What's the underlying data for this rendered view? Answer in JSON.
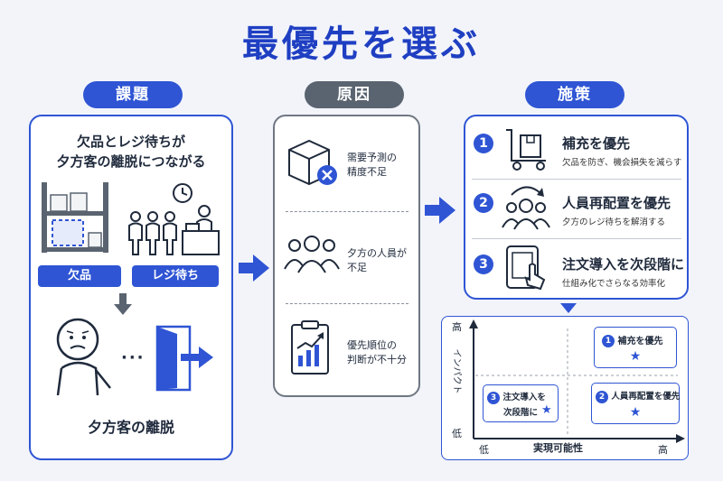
{
  "title": "最優先を選ぶ",
  "columns": {
    "issue": {
      "header": "課題",
      "heading_line1": "欠品とレジ待ちが",
      "heading_line2": "夕方客の離脱につながる",
      "label_stockout": "欠品",
      "label_register": "レジ待ち",
      "result": "夕方客の離脱"
    },
    "cause": {
      "header": "原因",
      "items": [
        {
          "line1": "需要予測の",
          "line2": "精度不足",
          "icon": "box-x-icon"
        },
        {
          "line1": "夕方の人員が",
          "line2": "不足",
          "icon": "people-icon"
        },
        {
          "line1": "優先順位の",
          "line2": "判断が不十分",
          "icon": "clipboard-chart-icon"
        }
      ]
    },
    "solution": {
      "header": "施策",
      "items": [
        {
          "num": "1",
          "title": "補充を優先",
          "sub": "欠品を防ぎ、機会損失を減らす",
          "icon": "cart-box-icon"
        },
        {
          "num": "2",
          "title": "人員再配置を優先",
          "sub": "夕方のレジ待ちを解消する",
          "icon": "people-rotate-icon"
        },
        {
          "num": "3",
          "title": "注文導入を次段階に",
          "sub": "仕組み化でさらなる効率化",
          "icon": "tablet-tap-icon"
        }
      ]
    }
  },
  "matrix": {
    "y_label": "インパクト",
    "y_high": "高",
    "y_low": "低",
    "x_label": "実現可能性",
    "x_low": "低",
    "x_high": "高",
    "items": [
      {
        "num": "1",
        "label": "補充を優先"
      },
      {
        "num": "2",
        "label": "人員再配置を優先"
      },
      {
        "num": "3",
        "label_line1": "注文導入を",
        "label_line2": "次段階に"
      }
    ]
  },
  "colors": {
    "accent": "#2f55d4",
    "gray": "#5a6470",
    "title": "#1f3fc2"
  }
}
